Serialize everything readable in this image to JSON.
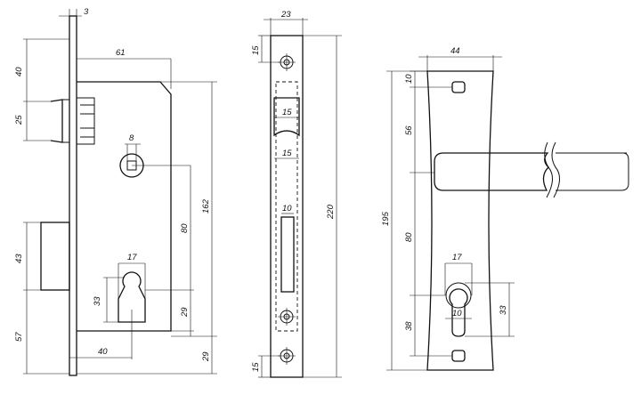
{
  "side_view": {
    "dims": {
      "faceplate_thickness": "3",
      "backset_width": "61",
      "latch_offset": "40",
      "latch_height": "25",
      "spindle_size": "8",
      "spindle_to_cylinder": "80",
      "body_height": "162",
      "bolt_height": "43",
      "bolt_offset": "57",
      "cylinder_width": "17",
      "cylinder_height": "33",
      "cylinder_bottom": "29",
      "cylinder_backset": "40",
      "body_bottom": "29"
    }
  },
  "faceplate_view": {
    "dims": {
      "plate_width": "23",
      "top_screw": "15",
      "latch_slot_width": "15",
      "bolt_slot_width": "15",
      "bolt_window": "10",
      "plate_length": "220",
      "bottom_screw": "15"
    }
  },
  "handle_view": {
    "dims": {
      "plate_width": "44",
      "top_hole": "10",
      "hole_to_spindle": "56",
      "spindle_to_cylinder": "80",
      "plate_length": "195",
      "cylinder_width": "17",
      "cylinder_inner": "10",
      "cylinder_height": "33",
      "cylinder_to_hole": "38"
    }
  }
}
